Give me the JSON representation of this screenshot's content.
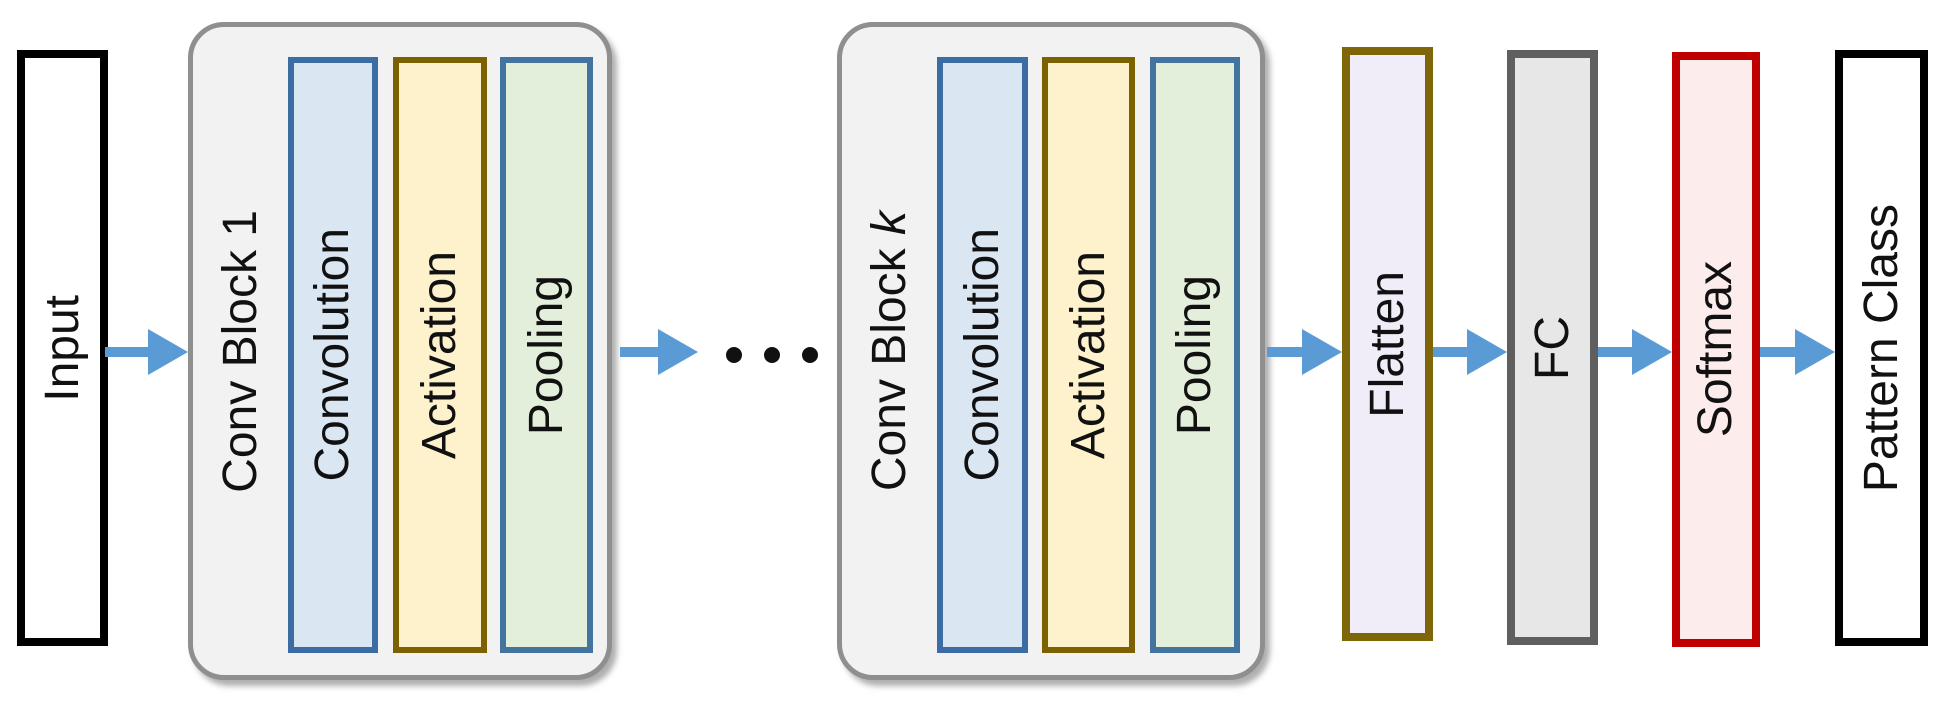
{
  "diagram": {
    "type": "cnn-architecture-flow",
    "flow_direction": "left-to-right",
    "nodes": {
      "input": {
        "label": "Input"
      },
      "flatten": {
        "label": "Flatten"
      },
      "fc": {
        "label": "FC"
      },
      "softmax": {
        "label": "Softmax"
      },
      "pattern_class": {
        "label": "Pattern Class"
      }
    },
    "conv_blocks": [
      {
        "label_prefix": "Conv Block ",
        "label_suffix": "1",
        "layers": [
          {
            "label": "Convolution"
          },
          {
            "label": "Activation"
          },
          {
            "label": "Pooling"
          }
        ]
      },
      {
        "label_prefix": "Conv Block ",
        "label_suffix": "k",
        "layers": [
          {
            "label": "Convolution"
          },
          {
            "label": "Activation"
          },
          {
            "label": "Pooling"
          }
        ]
      }
    ],
    "ellipsis_dot_count": 3
  },
  "colors": {
    "arrow_blue": "#5b9bd5",
    "block_background": "#f2f2f2",
    "block_border": "#8f8f8f",
    "convolution_fill": "#dbe6f3",
    "convolution_border": "#3c6ca4",
    "activation_fill": "#fdf2cc",
    "activation_border": "#7d6100",
    "pooling_fill": "#e3efdb",
    "pooling_border": "#43739f",
    "flatten_fill": "#f0edf9",
    "flatten_border": "#7f6608",
    "fc_fill": "#e7e7e7",
    "fc_border": "#5f5f5f",
    "softmax_fill": "#fdecec",
    "softmax_border": "#c00000",
    "io_fill": "#ffffff",
    "io_border": "#000000",
    "text": "#111111",
    "ellipsis_dots": "#111111"
  }
}
